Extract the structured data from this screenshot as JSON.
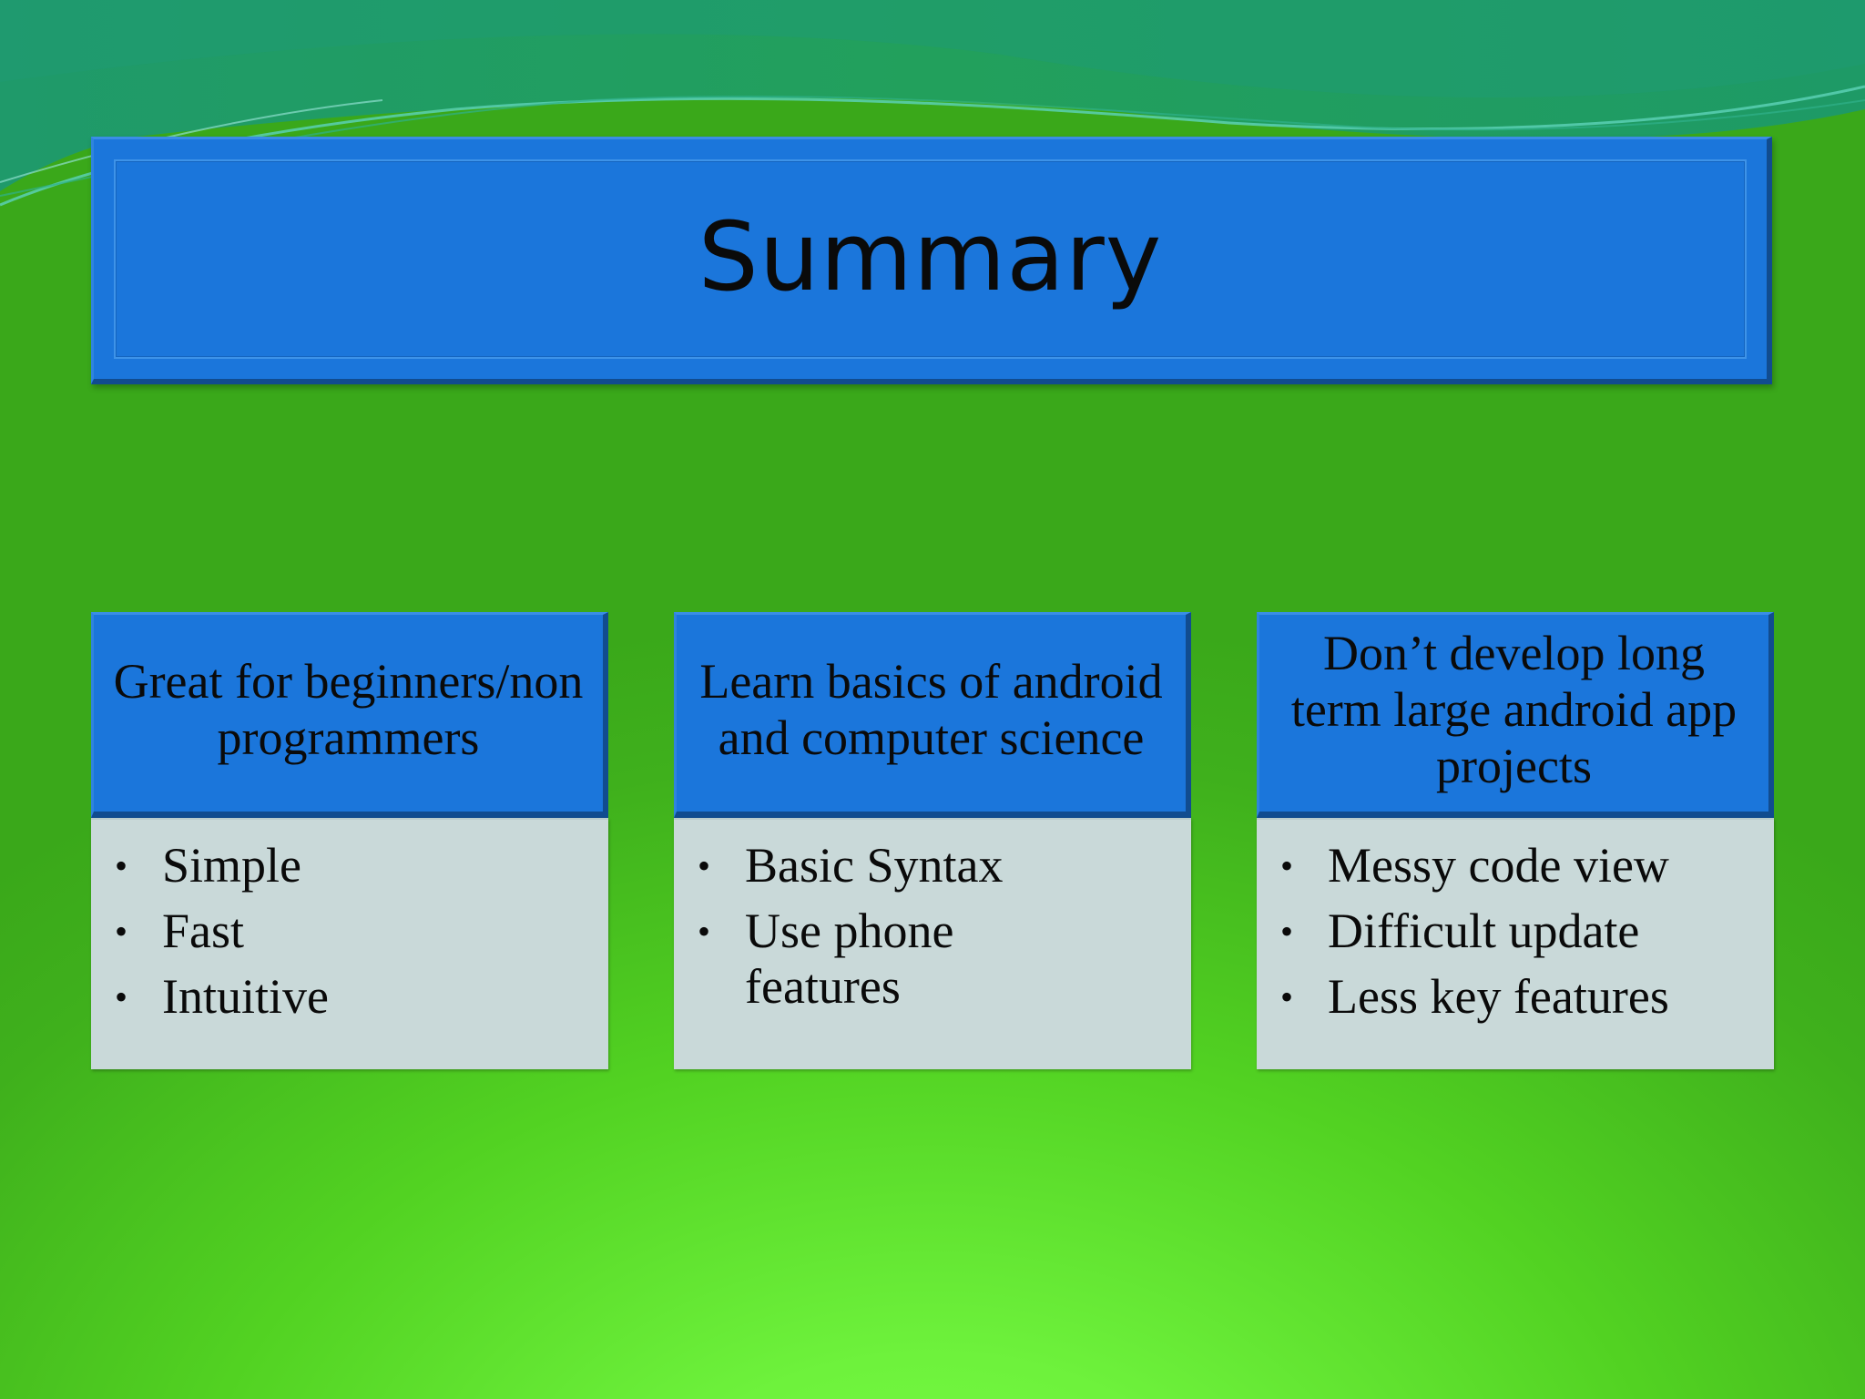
{
  "slide": {
    "title": "Summary",
    "columns": [
      {
        "heading": "Great for beginners/non programmers",
        "bullets": [
          "Simple",
          "Fast",
          "Intuitive"
        ]
      },
      {
        "heading": "Learn basics of android and computer science",
        "bullets": [
          "Basic Syntax",
          "Use phone features"
        ]
      },
      {
        "heading": "Don’t develop long term large android app projects",
        "bullets": [
          "Messy code view",
          "Difficult update",
          "Less key features"
        ]
      }
    ]
  }
}
